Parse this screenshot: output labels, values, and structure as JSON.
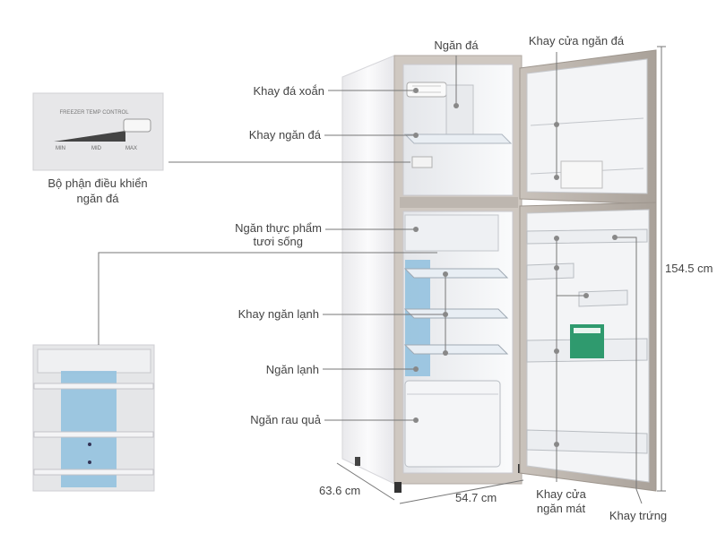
{
  "labels": {
    "ngan_da": "Ngăn đá",
    "khay_cua_ngan_da": "Khay cửa ngăn đá",
    "khay_da_xoan": "Khay đá xoắn",
    "khay_ngan_da": "Khay ngăn đá",
    "dieu_khien_1": "Bộ phận điều khiển",
    "dieu_khien_2": "ngăn đá",
    "thuc_pham_1": "Ngăn thực phẩm",
    "thuc_pham_2": "tươi sống",
    "khay_ngan_lanh": "Khay ngăn lạnh",
    "ngan_lanh": "Ngăn lạnh",
    "ngan_rau_qua": "Ngăn rau quả",
    "khay_cua_1": "Khay cửa",
    "khay_cua_2": "ngăn mát",
    "khay_trung": "Khay trứng"
  },
  "dimensions": {
    "height": "154.5 cm",
    "depth": "63.6 cm",
    "width": "54.7 cm"
  },
  "control_panel": {
    "title": "FREEZER TEMP CONTROL",
    "min": "MIN",
    "mid": "MID",
    "max": "MAX"
  },
  "colors": {
    "body": "#f2f2f4",
    "frame": "#b9b2ac",
    "interior": "#f6f7f9",
    "blue_panel": "#8fc0de",
    "sticker": "#2f9a6e"
  }
}
